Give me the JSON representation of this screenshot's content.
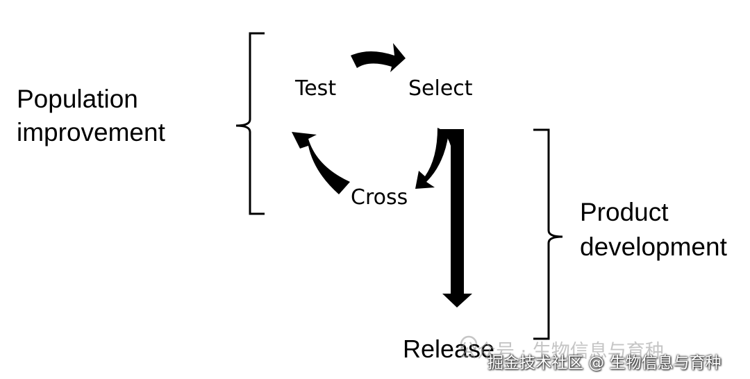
{
  "diagram": {
    "left_label": {
      "line1": "Population",
      "line2": "improvement"
    },
    "right_label": {
      "line1": "Product",
      "line2": "development"
    },
    "cycle_nodes": {
      "test": "Test",
      "select": "Select",
      "cross": "Cross"
    },
    "outcome": "Release"
  },
  "watermark": {
    "faint": "公众号 · 生物信息与育种",
    "main": "掘金技术社区 @ 生物信息与育种"
  }
}
